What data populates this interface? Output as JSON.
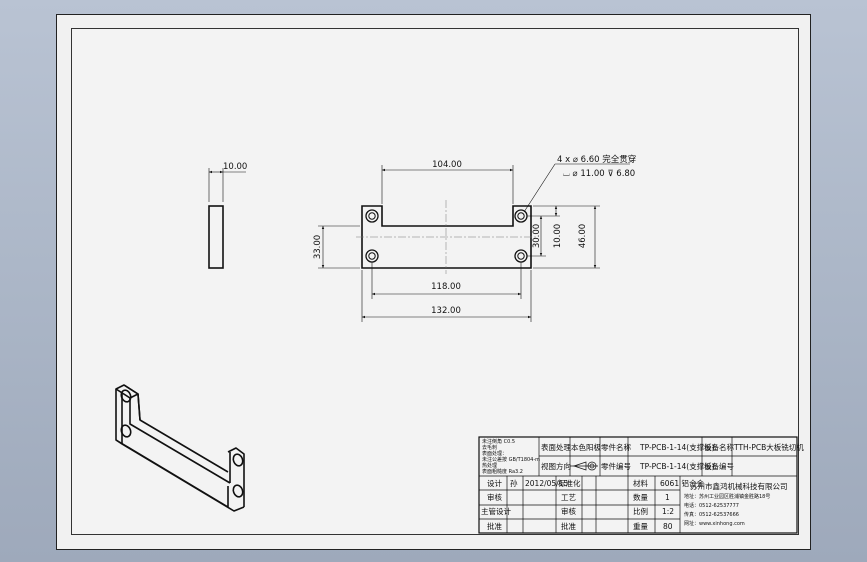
{
  "drawing": {
    "side_view": {
      "thickness": "10.00"
    },
    "front_view": {
      "dim_top": "104.00",
      "dim_height_left": "33.00",
      "dim_hole_spacing": "118.00",
      "dim_overall_width": "132.00",
      "dim_right_30": "30.00",
      "dim_right_10": "10.00",
      "dim_right_46": "46.00",
      "hole_callout_1": "4 x ⌀ 6.60 完全贯穿",
      "hole_callout_2": "⌴ ⌀ 11.00 ⊽ 6.80"
    }
  },
  "title_block": {
    "notes": [
      "未注倒角 C0.5",
      "去毛刺",
      "表面处理：",
      "未注公差按 GB/T1804-m",
      "热处理",
      "表面粗糙度 Ra3.2"
    ],
    "surface_label": "表面处理",
    "surface_value": "本色阳极",
    "part_name_label": "零件名称",
    "part_name_value": "TP-PCB-1-14(支撑板)",
    "equip_name_label": "设备名称",
    "equip_name_value": "TTH-PCB大板铣切机",
    "weld_label": "视图方向",
    "part_no_label": "零件编号",
    "part_no_value": "TP-PCB-1-14(支撑板)",
    "equip_no_label": "设备编号",
    "design_label": "设计",
    "design_name": "孙",
    "design_date": "2012/05/15",
    "standard_label": "标准化",
    "check_label": "审核",
    "craft_label": "工艺",
    "material_label": "材料",
    "material_value": "6061 铝合金",
    "quantity_label": "数量",
    "quantity_value": "1",
    "scale_label": "比例",
    "scale_value": "1:2",
    "approve_label": "主管设计",
    "review_label": "审核",
    "ratify_label": "批准",
    "ratify2_label": "批准",
    "weight_label": "重量",
    "weight_value": "80",
    "company_name": "苏州市鑫鸿机械科技有限公司",
    "company_addr": "地址：苏州工业园区胜浦镇金胜路18号",
    "company_tel": "电话：0512-62537777",
    "company_fax": "传真：0512-62537666",
    "company_web": "网址：www.xinhong.com"
  }
}
